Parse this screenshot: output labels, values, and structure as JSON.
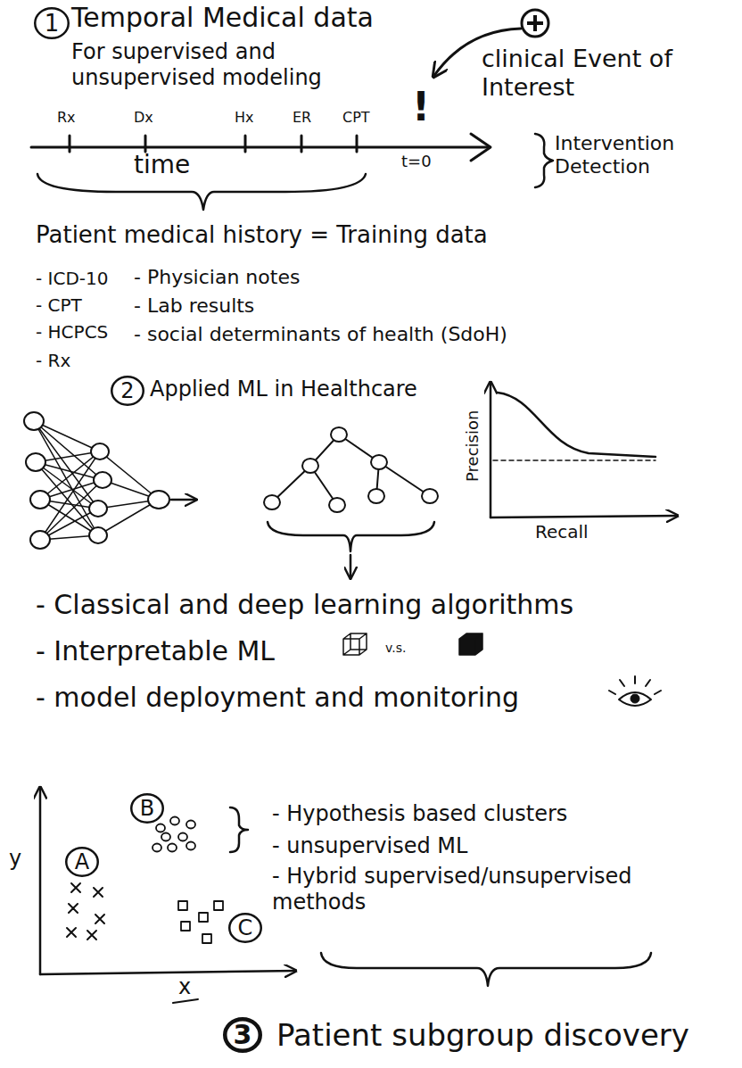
{
  "diagram": {
    "nodes": [
      {
        "text": [
          "1"
        ]
      },
      {
        "text": [
          "2"
        ]
      },
      {
        "text": [
          "B"
        ]
      },
      {
        "text": [
          "A"
        ]
      },
      {
        "text": [
          "C"
        ]
      },
      {
        "text": [
          "3"
        ]
      }
    ],
    "labels": [
      "Temporal Medical data",
      "For supervised and unsupervised modeling",
      "clinical Event of Interest",
      "Intervention Detection",
      "Rx",
      "Dx",
      "Hx",
      "ER",
      "CPT",
      "!",
      "time",
      "t=0",
      "Patient medical history = Training data",
      "- ICD-10",
      "- Physician notes",
      "- CPT",
      "- Lab results",
      "- HCPCS",
      "- social determinants of health (SdoH)",
      "- Rx",
      "Applied ML in Healthcare",
      "Precision",
      "Recall",
      "- Classical and deep learning algorithms",
      "- Interpretable ML",
      "v.s.",
      "- model deployment and monitoring",
      "- Hypothesis based clusters",
      "- unsupervised ML",
      "- Hybrid supervised/unsupervised methods",
      "y",
      "x",
      "Patient subgroup discovery"
    ]
  }
}
